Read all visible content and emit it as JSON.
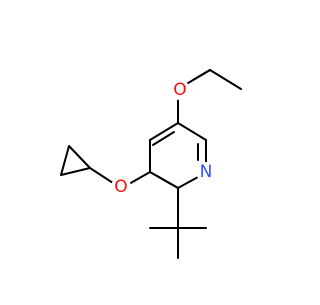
{
  "molecule": {
    "atom_labels": {
      "oxygen_ether_top": "O",
      "oxygen_ether_left": "O",
      "nitrogen_ring": "N"
    },
    "colors": {
      "bond": "#000000",
      "oxygen": "#ff0d0d",
      "nitrogen": "#3050f8",
      "background": "#ffffff"
    }
  }
}
